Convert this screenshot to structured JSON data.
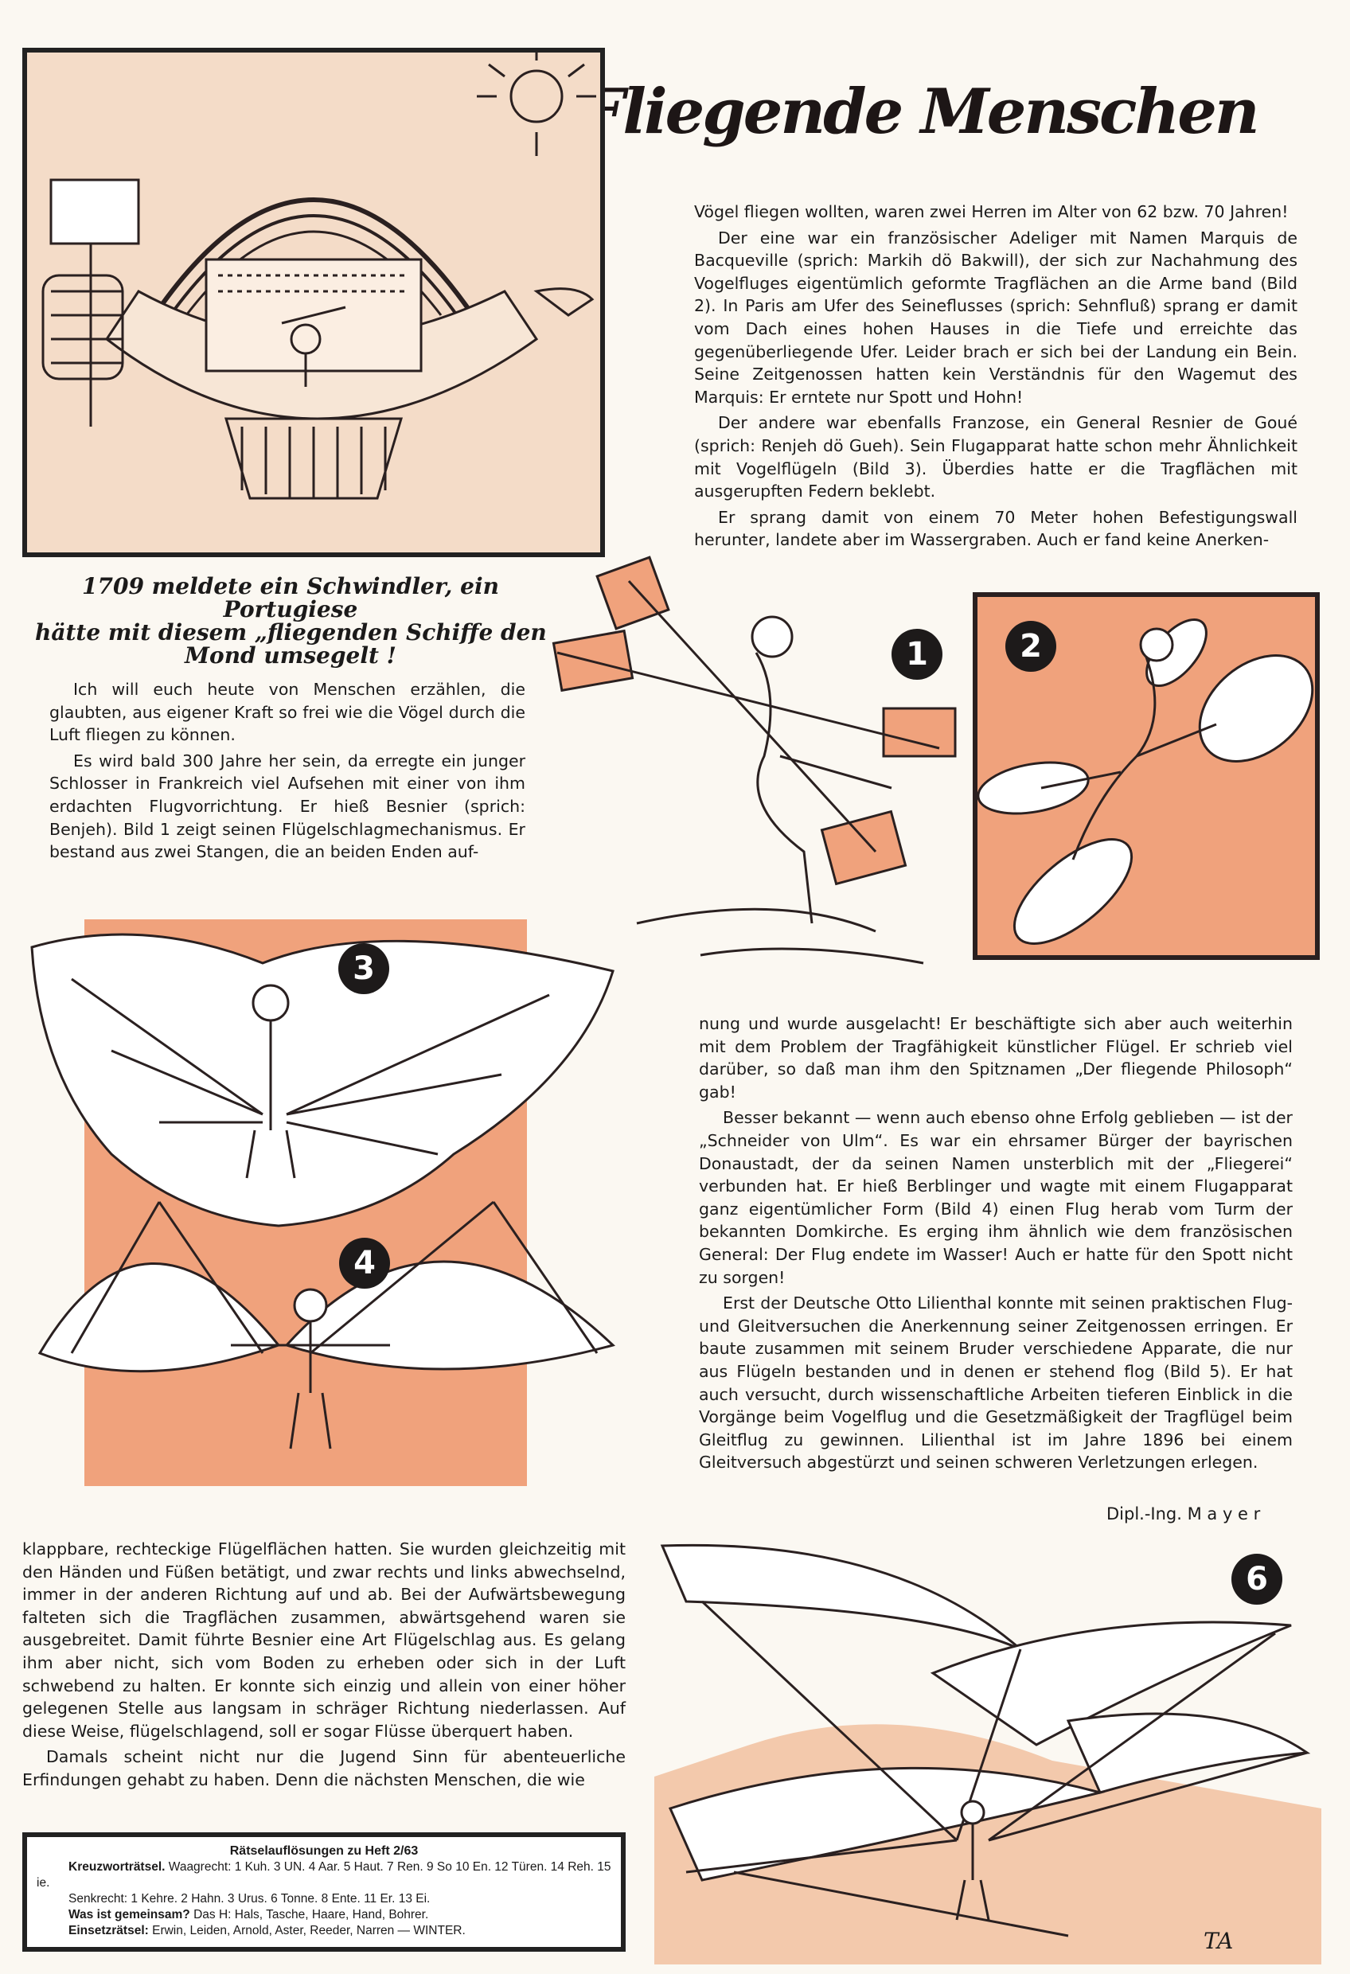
{
  "title": "Fliegende Menschen",
  "colors": {
    "orange": "#f0a27c",
    "beige": "#f4dcc8",
    "ink": "#1d1a1a"
  },
  "caption": [
    "1709 meldete ein Schwindler, ein Portugiese",
    "hätte mit diesem „fliegenden Schiffe den",
    "Mond umsegelt !"
  ],
  "intro": [
    "Ich will euch heute von Menschen erzählen, die glaubten, aus eigener Kraft so frei wie die Vögel durch die Luft fliegen zu können.",
    "Es wird bald 300 Jahre her sein, da erregte ein junger Schlosser in Frankreich viel Aufsehen mit einer von ihm erdachten Flugvorrichtung. Er hieß Besnier (sprich: Benjeh). Bild 1 zeigt seinen Flügelschlagmechanismus. Er bestand aus zwei Stangen, die an beiden Enden auf-"
  ],
  "right_col_1": [
    "Vögel fliegen wollten, waren zwei Herren im Alter von 62 bzw. 70 Jahren!",
    "Der eine war ein französischer Adeliger mit Namen Marquis de Bacqueville (sprich: Markih dö Bakwill), der sich zur Nachahmung des Vogelfluges eigentümlich geformte Tragflächen an die Arme band (Bild 2). In Paris am Ufer des Seineflusses (sprich: Sehnfluß) sprang er damit vom Dach eines hohen Hauses in die Tiefe und erreichte das gegenüberliegende Ufer. Leider brach er sich bei der Landung ein Bein. Seine Zeitgenossen hatten kein Verständnis für den Wagemut des Marquis: Er erntete nur Spott und Hohn!",
    "Der andere war ebenfalls Franzose, ein General Resnier de Goué (sprich: Renjeh dö Gueh). Sein Flugapparat hatte schon mehr Ähnlichkeit mit Vogelflügeln (Bild 3). Überdies hatte er die Tragflächen mit ausgerupften Federn beklebt.",
    "Er sprang damit von einem 70 Meter hohen Befestigungswall herunter, landete aber im Wassergraben. Auch er fand keine Anerken-"
  ],
  "right_col_2": [
    "nung und wurde ausgelacht! Er beschäftigte sich aber auch weiterhin mit dem Problem der Tragfähigkeit künstlicher Flügel. Er schrieb viel darüber, so daß man ihm den Spitznamen „Der fliegende Philosoph“ gab!",
    "Besser bekannt — wenn auch ebenso ohne Erfolg geblieben — ist der „Schneider von Ulm“. Es war ein ehrsamer Bürger der bayrischen Donaustadt, der da seinen Namen unsterblich mit der „Fliegerei“ verbunden hat. Er hieß Berblinger und wagte mit einem Flugapparat ganz eigentümlicher Form (Bild 4) einen Flug herab vom Turm der bekannten Domkirche. Es erging ihm ähnlich wie dem französischen General: Der Flug endete im Wasser! Auch er hatte für den Spott nicht zu sorgen!",
    "Erst der Deutsche Otto Lilienthal konnte mit seinen praktischen Flug- und Gleitversuchen die Anerkennung seiner Zeitgenossen erringen. Er baute zusammen mit seinem Bruder verschiedene Apparate, die nur aus Flügeln bestanden und in denen er stehend flog (Bild 5). Er hat auch versucht, durch wissenschaftliche Arbeiten tieferen Einblick in die Vorgänge beim Vogelflug und die Gesetzmäßigkeit der Tragflügel beim Gleitflug zu gewinnen. Lilienthal ist im Jahre 1896 bei einem Gleitversuch abgestürzt und seinen schweren Verletzungen erlegen."
  ],
  "author": "Dipl.-Ing. M a y e r",
  "left_col_2": [
    "klappbare, rechteckige Flügelflächen hatten. Sie wurden gleichzeitig mit den Händen und Füßen betätigt, und zwar rechts und links abwechselnd, immer in der anderen Richtung auf und ab. Bei der Aufwärtsbewegung falteten sich die Tragflächen zusammen, abwärtsgehend waren sie ausgebreitet. Damit führte Besnier eine Art Flügelschlag aus. Es gelang ihm aber nicht, sich vom Boden zu erheben oder sich in der Luft schwebend zu halten. Er konnte sich einzig und allein von einer höher gelegenen Stelle aus langsam in schräger Richtung niederlassen. Auf diese Weise, flügelschlagend, soll er sogar Flüsse überquert haben.",
    "Damals scheint nicht nur die Jugend Sinn für abenteuerliche Erfindungen gehabt zu haben. Denn die nächsten Menschen, die wie"
  ],
  "puzzle": {
    "heading": "Rätselauflösungen zu Heft 2/63",
    "cross_label": "Kreuzworträtsel.",
    "cross_text": "Waagrecht: 1 Kuh. 3 UN. 4 Aar. 5 Haut. 7 Ren. 9 So 10 En. 12 Türen. 14 Reh. 15 ie.",
    "down_text": "Senkrecht: 1 Kehre. 2 Hahn. 3 Urus. 6 Tonne. 8 Ente. 11 Er. 13 Ei.",
    "common_label": "Was ist gemeinsam?",
    "common_text": "Das H: Hals, Tasche, Haare, Hand, Bohrer.",
    "insert_label": "Einsetzrätsel:",
    "insert_text": "Erwin, Leiden, Arnold, Aster, Reeder, Narren — WINTER."
  },
  "figures": [
    "1",
    "2",
    "3",
    "4",
    "6"
  ],
  "artist_mark": "TA"
}
